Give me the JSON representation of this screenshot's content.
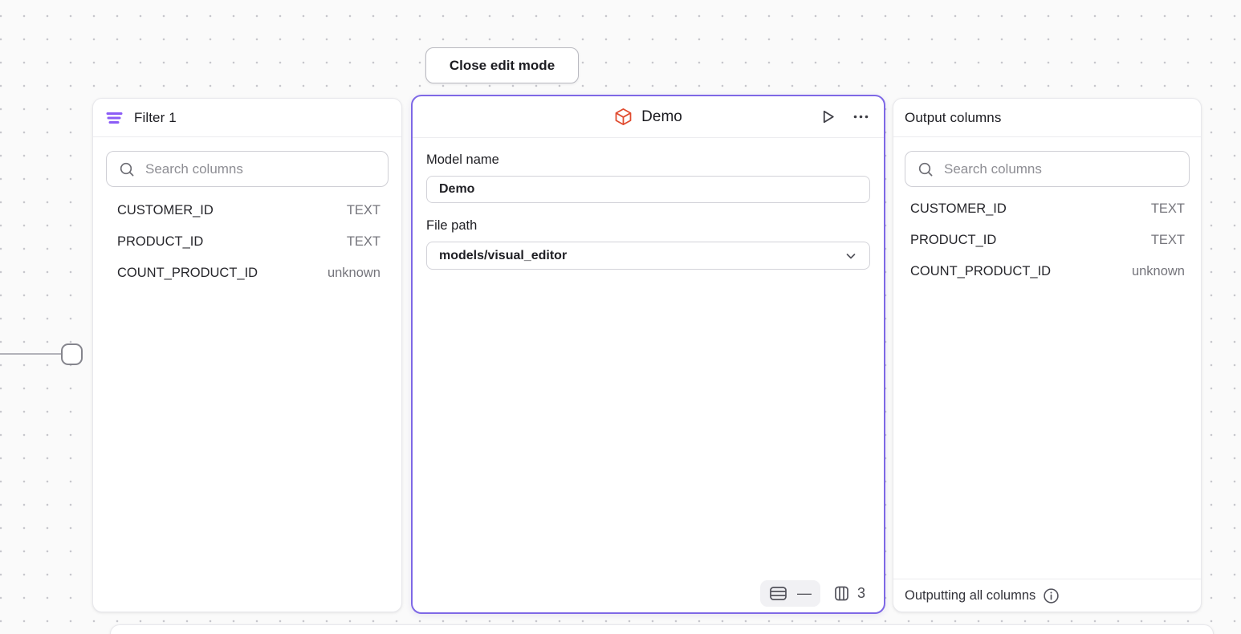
{
  "close_button": {
    "label": "Close edit mode"
  },
  "filter_node": {
    "title": "Filter 1",
    "search": {
      "placeholder": "Search columns"
    },
    "columns": [
      {
        "name": "CUSTOMER_ID",
        "type": "TEXT"
      },
      {
        "name": "PRODUCT_ID",
        "type": "TEXT"
      },
      {
        "name": "COUNT_PRODUCT_ID",
        "type": "unknown"
      }
    ]
  },
  "model_node": {
    "title": "Demo",
    "fields": {
      "model_name_label": "Model name",
      "model_name_value": "Demo",
      "file_path_label": "File path",
      "file_path_value": "models/visual_editor"
    },
    "stats": {
      "row_count": "—",
      "column_count": "3"
    }
  },
  "output_node": {
    "title": "Output columns",
    "search": {
      "placeholder": "Search columns"
    },
    "columns": [
      {
        "name": "CUSTOMER_ID",
        "type": "TEXT"
      },
      {
        "name": "PRODUCT_ID",
        "type": "TEXT"
      },
      {
        "name": "COUNT_PRODUCT_ID",
        "type": "unknown"
      }
    ],
    "footer_text": "Outputting all columns"
  },
  "icons": {
    "filter": "filter-lines-icon",
    "search": "search-icon",
    "model": "cube-icon",
    "run": "play-icon",
    "more": "ellipsis-icon",
    "dropdown": "chevron-down-icon",
    "rows": "table-rows-icon",
    "columns": "table-columns-icon",
    "info": "info-icon"
  },
  "colors": {
    "accent_purple": "#7e68e6",
    "icon_purple": "#8b5cf6",
    "model_orange": "#e04b2f",
    "canvas_bg": "#fafafa"
  }
}
